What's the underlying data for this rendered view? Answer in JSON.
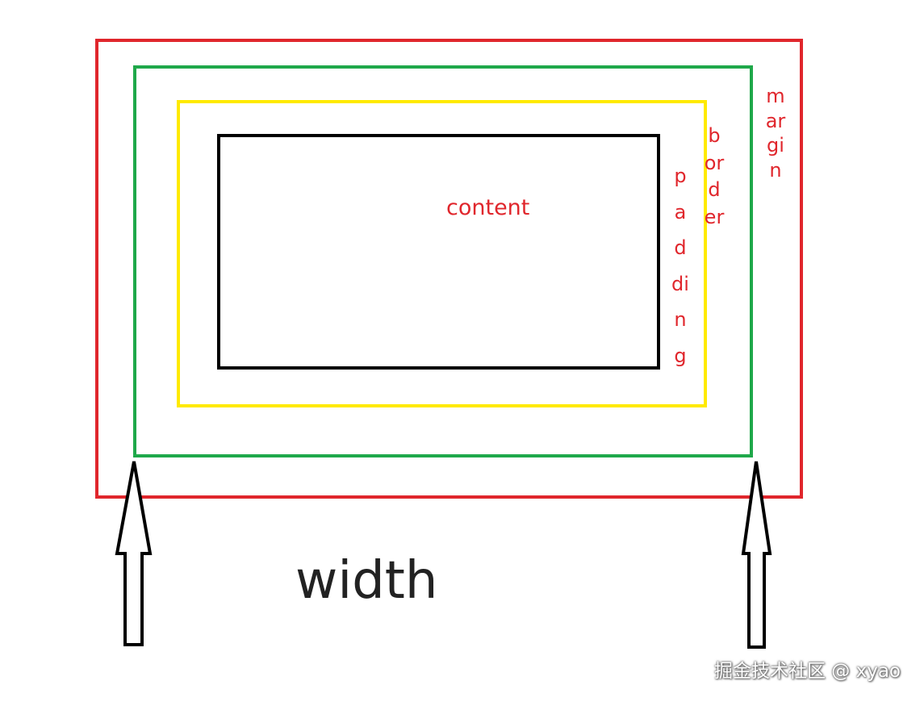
{
  "labels": {
    "content": "content",
    "padding": "padding",
    "border": "border",
    "margin": "margin",
    "width": "width"
  },
  "watermark": "掘金技术社区 @ xyao",
  "colors": {
    "margin": "#e0262c",
    "border": "#1fa84a",
    "padding": "#ffea00",
    "content": "#000000",
    "label_text": "#e0262c",
    "width_text": "#222222"
  }
}
